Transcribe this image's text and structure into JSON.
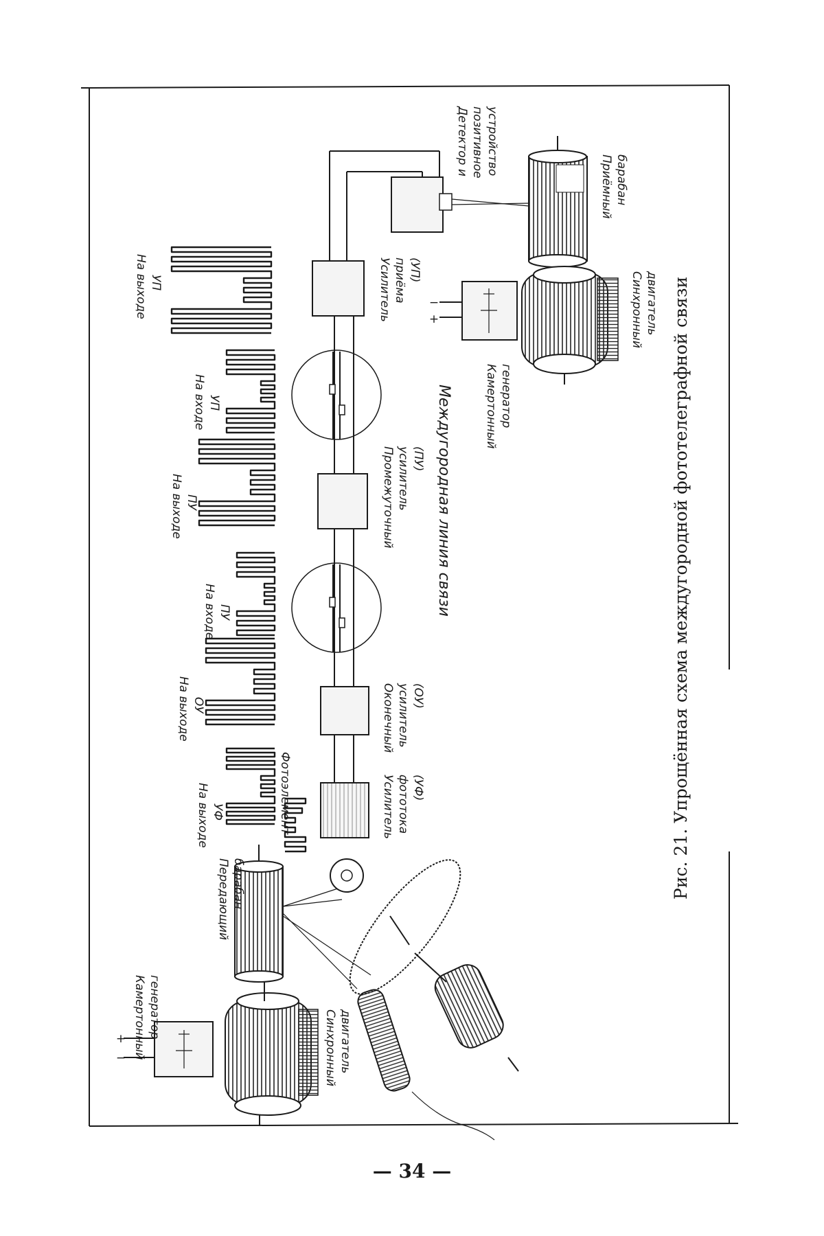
{
  "figure": {
    "caption": "Рис. 21. Упрощённая схема междугородной фототелеграфной связи",
    "line_label": "Междугородная линия связи",
    "page_number": "— 34 —"
  },
  "labels": {
    "plus": "+",
    "minus": "−",
    "tf_gen_left": [
      "Камертонный",
      "генератор"
    ],
    "sync_motor_left": [
      "Синхронный",
      "двигатель"
    ],
    "trans_drum": [
      "Передающий",
      "барабан"
    ],
    "photocell": "Фотоэлемент",
    "amp_uf": [
      "Усилитель",
      "фототока",
      "(УФ)"
    ],
    "amp_ou": [
      "Оконечный",
      "усилитель",
      "(ОУ)"
    ],
    "amp_pu": [
      "Промежуточный",
      "усилитель",
      "(ПУ)"
    ],
    "amp_up": [
      "Усилитель",
      "приёма",
      "(УП)"
    ],
    "detector": [
      "Детектор и",
      "позитивное",
      "устройство"
    ],
    "recv_drum": [
      "Приёмный",
      "барабан"
    ],
    "tf_gen_right": [
      "Камертонный",
      "генератор"
    ],
    "sync_motor_right": [
      "Синхронный",
      "двигатель"
    ]
  },
  "signal_labels": {
    "out_uf": [
      "На выходе",
      "УФ"
    ],
    "out_ou": [
      "На выходе",
      "ОУ"
    ],
    "in_pu": [
      "На входе",
      "ПУ"
    ],
    "out_pu": [
      "На выходе",
      "ПУ"
    ],
    "in_up": [
      "На входе",
      "УП"
    ],
    "out_up": [
      "На выходе",
      "УП"
    ]
  }
}
